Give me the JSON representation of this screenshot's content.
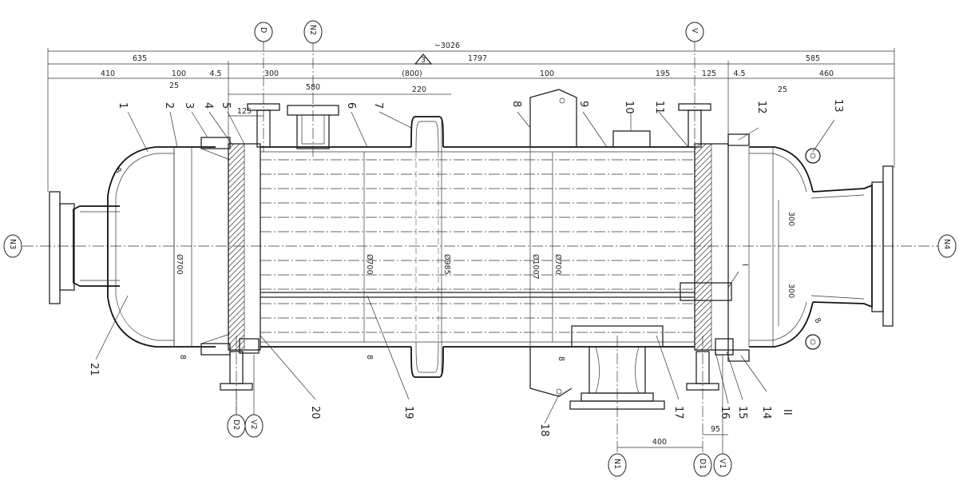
{
  "total_length": "~3026",
  "revision_mark": "3",
  "dimensions": {
    "overall": [
      "635",
      "1797",
      "585"
    ],
    "left_row": [
      "410",
      "100",
      "25",
      "4.5",
      "300",
      "580",
      "(800)",
      "220"
    ],
    "right_row": [
      "100",
      "195",
      "125",
      "4.5",
      "25",
      "460"
    ],
    "nozzle_125": "125",
    "right_vertical": [
      "300",
      "300"
    ],
    "bottom": [
      "400",
      "95"
    ],
    "thickness": [
      "8",
      "8",
      "8",
      "8",
      "8"
    ]
  },
  "diameters": [
    "Ø700",
    "Ø700",
    "Ø985",
    "Ø1007",
    "Ø700"
  ],
  "part_numbers": [
    "1",
    "2",
    "3",
    "4",
    "5",
    "6",
    "7",
    "8",
    "9",
    "10",
    "11",
    "12",
    "13",
    "14",
    "15",
    "16",
    "17",
    "18",
    "19",
    "20",
    "21"
  ],
  "nozzles": [
    "D",
    "N2",
    "V",
    "N3",
    "N4",
    "D2",
    "V2",
    "N1",
    "D1",
    "V1"
  ],
  "section_marks": [
    "I",
    "II"
  ]
}
